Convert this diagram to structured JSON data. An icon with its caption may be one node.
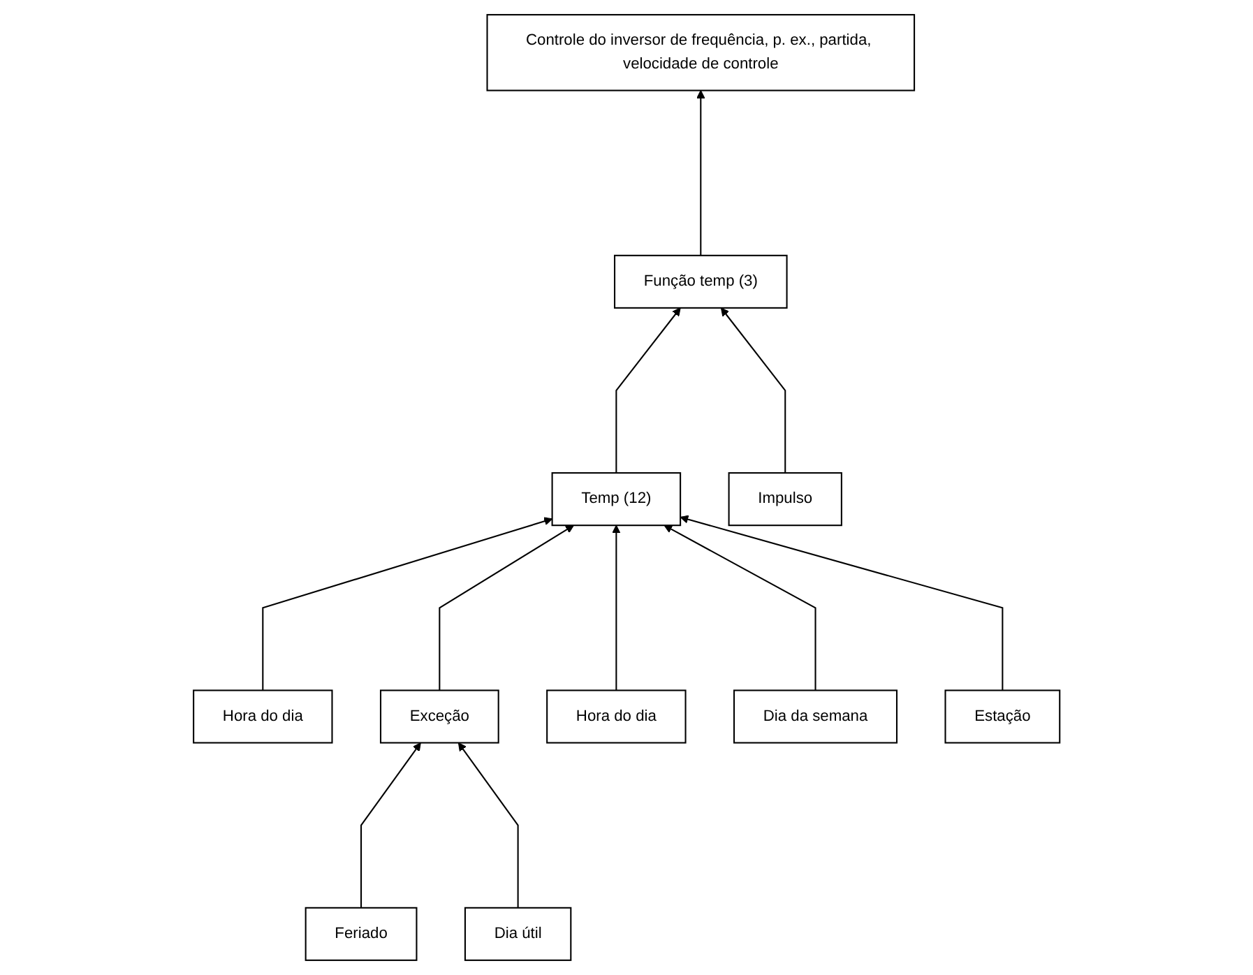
{
  "diagram": {
    "nodes": [
      {
        "text": [
          "Controle do inversor de frequência, p. ex., partida, velocidade de controle"
        ]
      },
      {
        "text": [
          "Função temp (3)"
        ]
      },
      {
        "text": [
          "Temp (12)"
        ]
      },
      {
        "text": [
          "Impulso"
        ]
      },
      {
        "text": [
          "Hora do dia"
        ]
      },
      {
        "text": [
          "Exceção"
        ]
      },
      {
        "text": [
          "Feriado"
        ]
      },
      {
        "text": [
          "Dia útil"
        ]
      },
      {
        "text": [
          "Hora do dia"
        ]
      },
      {
        "text": [
          "Dia da semana"
        ]
      },
      {
        "text": [
          "Estação"
        ]
      }
    ],
    "edges": [
      {
        "from": 1,
        "to": 0,
        "arrow": "to"
      },
      {
        "from": 2,
        "to": 1,
        "arrow": "to"
      },
      {
        "from": 3,
        "to": 1,
        "arrow": "to"
      },
      {
        "from": 4,
        "to": 2,
        "arrow": "to"
      },
      {
        "from": 5,
        "to": 2,
        "arrow": "to"
      },
      {
        "from": 6,
        "to": 5,
        "arrow": "to"
      },
      {
        "from": 7,
        "to": 5,
        "arrow": "to"
      },
      {
        "from": 8,
        "to": 2,
        "arrow": "to"
      },
      {
        "from": 9,
        "to": 2,
        "arrow": "to"
      },
      {
        "from": 10,
        "to": 2,
        "arrow": "to"
      }
    ]
  }
}
